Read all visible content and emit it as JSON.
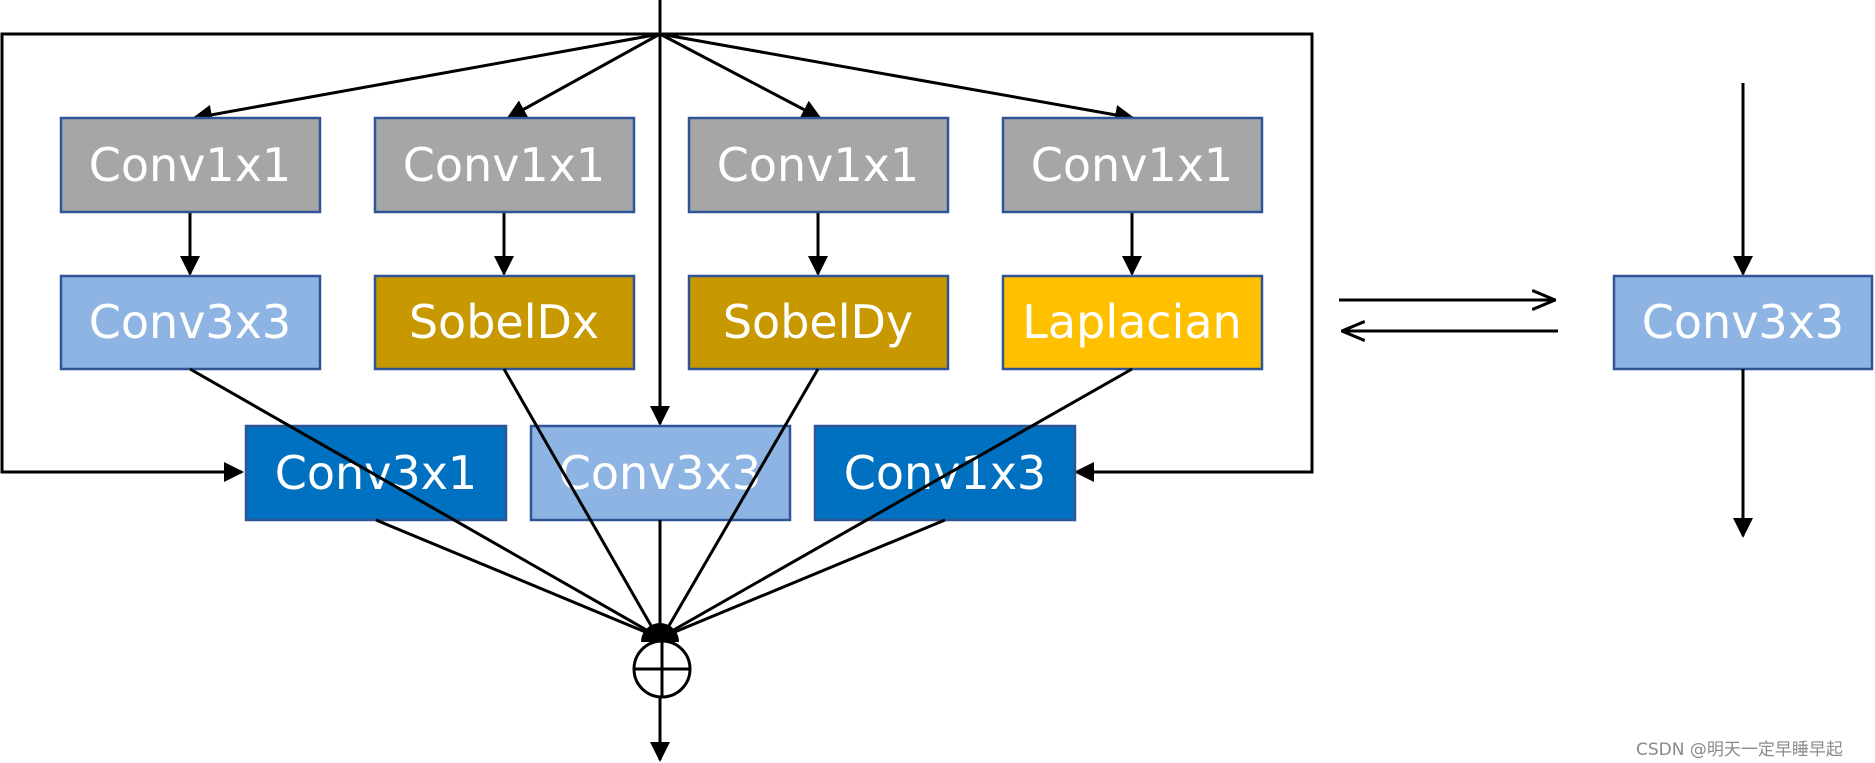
{
  "colors": {
    "gray": "#a6a6a6",
    "light_blue": "#8eb4e3",
    "dark_yellow": "#c89800",
    "yellow": "#ffc000",
    "blue": "#0070c0",
    "border": "#2f5597",
    "line": "#000000"
  },
  "branches": [
    {
      "conv1x1_label": "Conv1x1",
      "op_label": "Conv3x3"
    },
    {
      "conv1x1_label": "Conv1x1",
      "op_label": "SobelDx"
    },
    {
      "conv1x1_label": "Conv1x1",
      "op_label": "SobelDy"
    },
    {
      "conv1x1_label": "Conv1x1",
      "op_label": "Laplacian"
    }
  ],
  "bottom_convs": [
    {
      "label": "Conv3x1"
    },
    {
      "label": "Conv3x3"
    },
    {
      "label": "Conv1x3"
    }
  ],
  "equivalent": {
    "label": "Conv3x3"
  },
  "watermark": "CSDN @明天一定早睡早起"
}
